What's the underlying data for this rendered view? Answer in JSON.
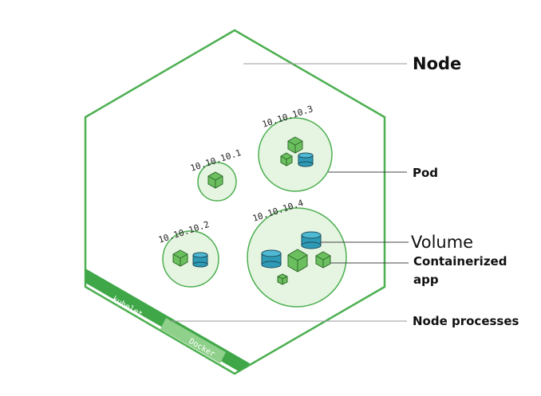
{
  "colors": {
    "accent": "#4CAF50",
    "accent_dark": "#2E7D32",
    "pod_fill": "#E6F4E2",
    "volume": "#2E9AB6",
    "container": "#6CBF5F"
  },
  "labels": {
    "node": "Node",
    "pod": "Pod",
    "volume": "Volume",
    "containerized_line1": "Containerized",
    "containerized_line2": "app",
    "node_processes": "Node processes"
  },
  "pods": [
    {
      "ip": "10.10.10.1"
    },
    {
      "ip": "10.10.10.2"
    },
    {
      "ip": "10.10.10.3"
    },
    {
      "ip": "10.10.10.4"
    }
  ],
  "processes": {
    "kubelet": "kubelet",
    "docker": "Docker"
  }
}
